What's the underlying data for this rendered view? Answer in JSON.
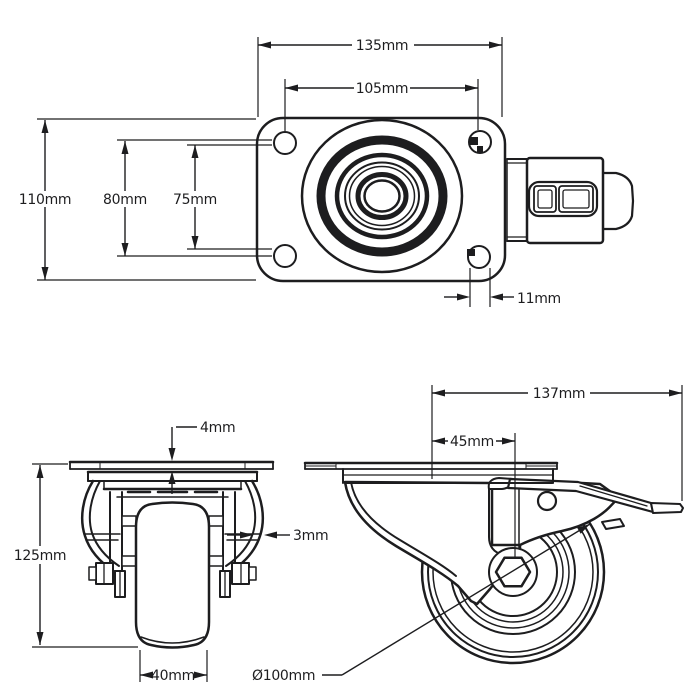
{
  "drawing": {
    "background": "#ffffff",
    "line_color": "#1d1d1f"
  },
  "top_view": {
    "overall_width": "135mm",
    "bolt_spacing_width": "105mm",
    "overall_depth": "110mm",
    "bolt_spacing_depth_outer": "80mm",
    "bolt_spacing_depth_inner": "75mm",
    "bolt_hole_diameter": "11mm"
  },
  "front_view": {
    "plate_thickness": "4mm",
    "overall_height": "125mm",
    "bracket_thickness": "3mm",
    "wheel_width": "40mm"
  },
  "side_view": {
    "overall_length": "137mm",
    "swivel_offset": "45mm",
    "wheel_diameter": "Ø100mm"
  }
}
